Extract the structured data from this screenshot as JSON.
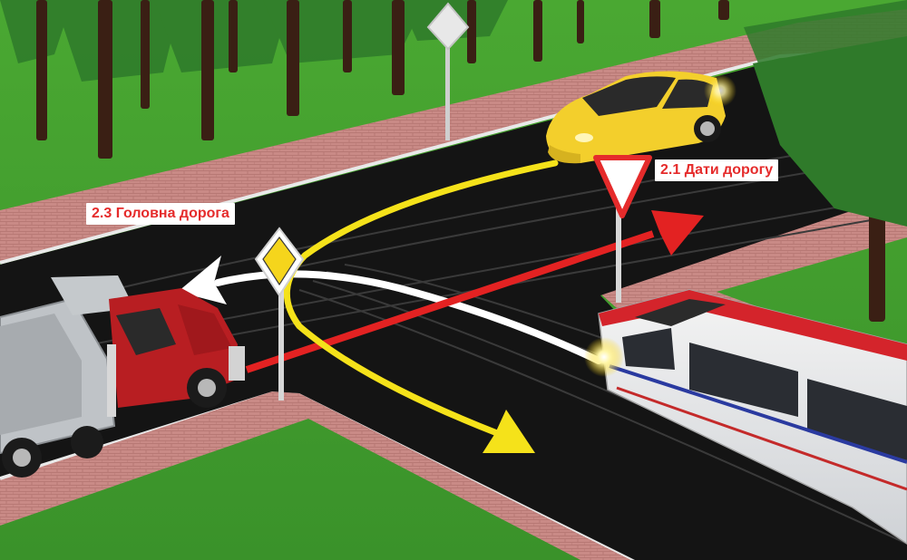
{
  "labels": {
    "main_road": "2.3 Головна дорога",
    "give_way": "2.1 Дати дорогу"
  },
  "colors": {
    "grass": "#3f9d2d",
    "sidewalk": "#c98a86",
    "road": "#141414",
    "label_text": "#e52b2b",
    "label_bg": "#ffffff",
    "arrow_yellow": "#f5e21a",
    "arrow_red": "#e32222",
    "arrow_white": "#ffffff"
  },
  "objects": {
    "car": "yellow-hatchback",
    "truck": "red-dump-truck",
    "tram": "white-red-tram",
    "sign_main_road": "main-road-sign-icon",
    "sign_give_way": "give-way-sign-icon"
  }
}
